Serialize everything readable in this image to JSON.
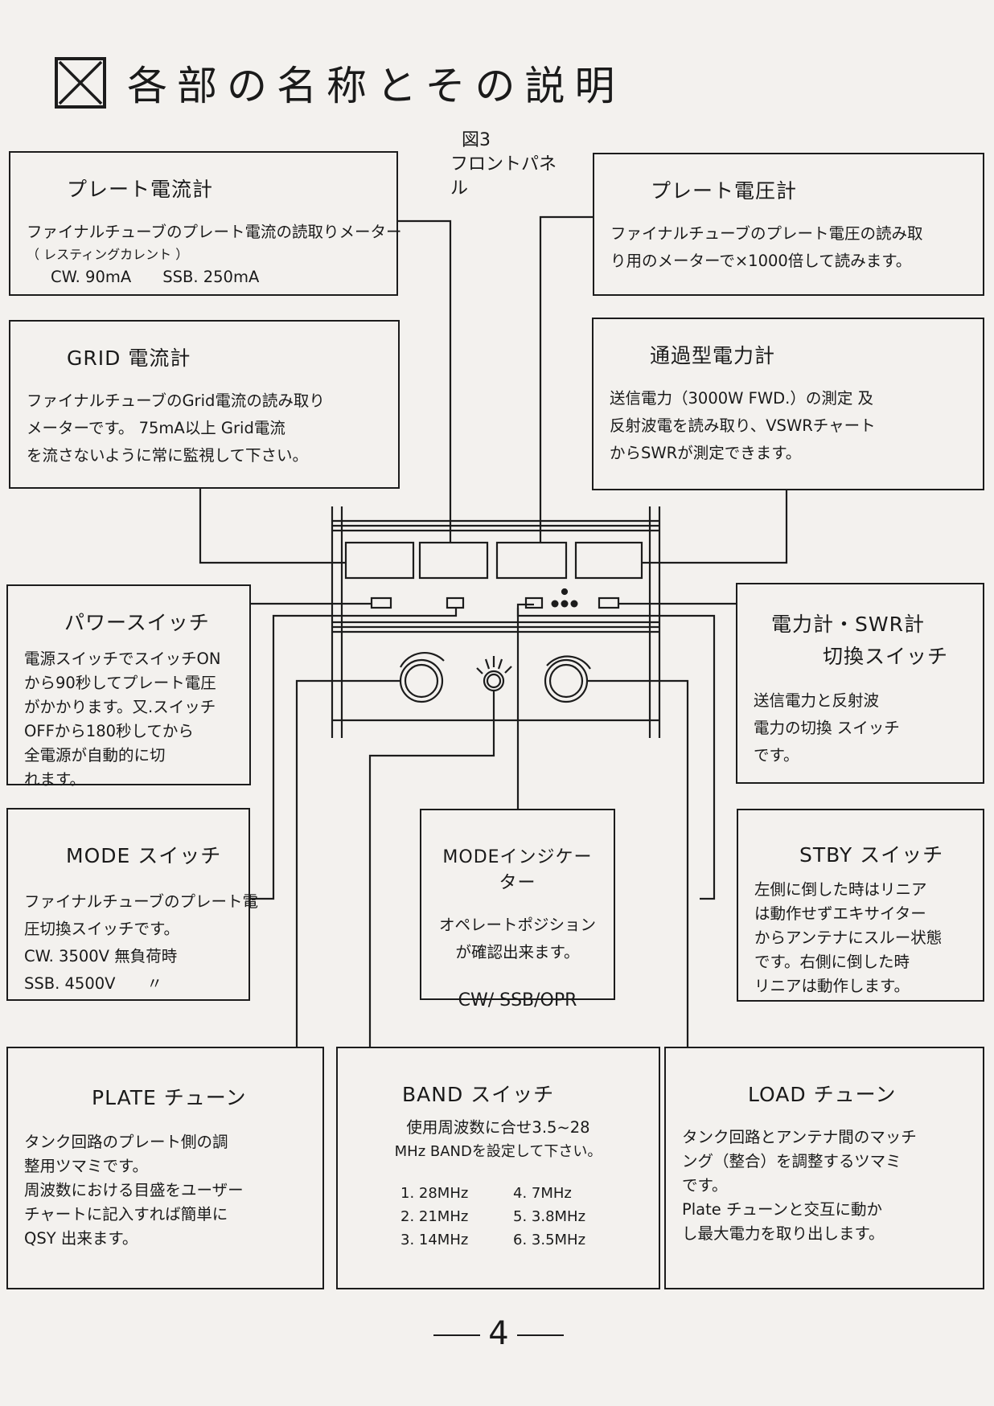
{
  "title": "各部の名称とその説明",
  "figure": {
    "number": "図3",
    "caption": "フロントパネル"
  },
  "page_number": "4",
  "boxes": {
    "plate_current": {
      "heading": "プレート電流計",
      "lines": [
        "ファイナルチューブのプレート電流の読取りメーター",
        "（ レスティングカレント ）",
        "CW. 90mA　　SSB. 250mA"
      ]
    },
    "plate_voltage": {
      "heading": "プレート電圧計",
      "lines": [
        "ファイナルチューブのプレート電圧の読み取",
        "り用のメーターで×1000倍して読みます。"
      ]
    },
    "grid_current": {
      "heading": "GRID 電流計",
      "lines": [
        "ファイナルチューブのGrid電流の読み取り",
        "メーターです。 75mA以上 Grid電流",
        "を流さないように常に監視して下さい。"
      ]
    },
    "power_meter": {
      "heading": "通過型電力計",
      "lines": [
        "送信電力（3000W FWD.）の測定 及",
        "反射波電を読み取り、VSWRチャート",
        "からSWRが測定できます。"
      ]
    },
    "power_switch": {
      "heading": "パワースイッチ",
      "lines": [
        "電源スイッチでスイッチON",
        "から90秒してプレート電圧",
        "がかかります。又.スイッチ",
        "OFFから180秒してから",
        "全電源が自動的に切",
        "れます。"
      ]
    },
    "meter_select": {
      "heading": "電力計・SWR計",
      "heading2": "切換スイッチ",
      "lines": [
        "送信電力と反射波",
        "電力の切換 スイッチ",
        "です。"
      ]
    },
    "mode_switch": {
      "heading": "MODE スイッチ",
      "lines": [
        "ファイナルチューブのプレート電",
        "圧切換スイッチです。",
        "CW. 3500V 無負荷時",
        "SSB. 4500V　　〃"
      ]
    },
    "mode_indicator": {
      "heading": "MODEインジケーター",
      "lines": [
        "オペレートポジション",
        "が確認出来ます。"
      ],
      "footer": "CW/ SSB/OPR"
    },
    "stby_switch": {
      "heading": "STBY スイッチ",
      "lines": [
        "左側に倒した時はリニア",
        "は動作せずエキサイター",
        "からアンテナにスルー状態",
        "です。右側に倒した時",
        "リニアは動作します。"
      ]
    },
    "plate_tune": {
      "heading": "PLATE チューン",
      "lines": [
        "タンク回路のプレート側の調",
        "整用ツマミです。",
        "周波数における目盛をユーザー",
        "チャートに記入すれば簡単に",
        "QSY 出来ます。"
      ]
    },
    "band_switch": {
      "heading": "BAND スイッチ",
      "lines": [
        "使用周波数に合せ3.5~28",
        "MHz BANDを設定して下さい。"
      ],
      "bands": [
        "1. 28MHz",
        "4. 7MHz",
        "2. 21MHz",
        "5. 3.8MHz",
        "3. 14MHz",
        "6. 3.5MHz"
      ]
    },
    "load_tune": {
      "heading": "LOAD チューン",
      "lines": [
        "タンク回路とアンテナ間のマッチ",
        "ング（整合）を調整するツマミ",
        "です。",
        "Plate チューンと交互に動か",
        "し最大電力を取り出します。"
      ]
    }
  }
}
